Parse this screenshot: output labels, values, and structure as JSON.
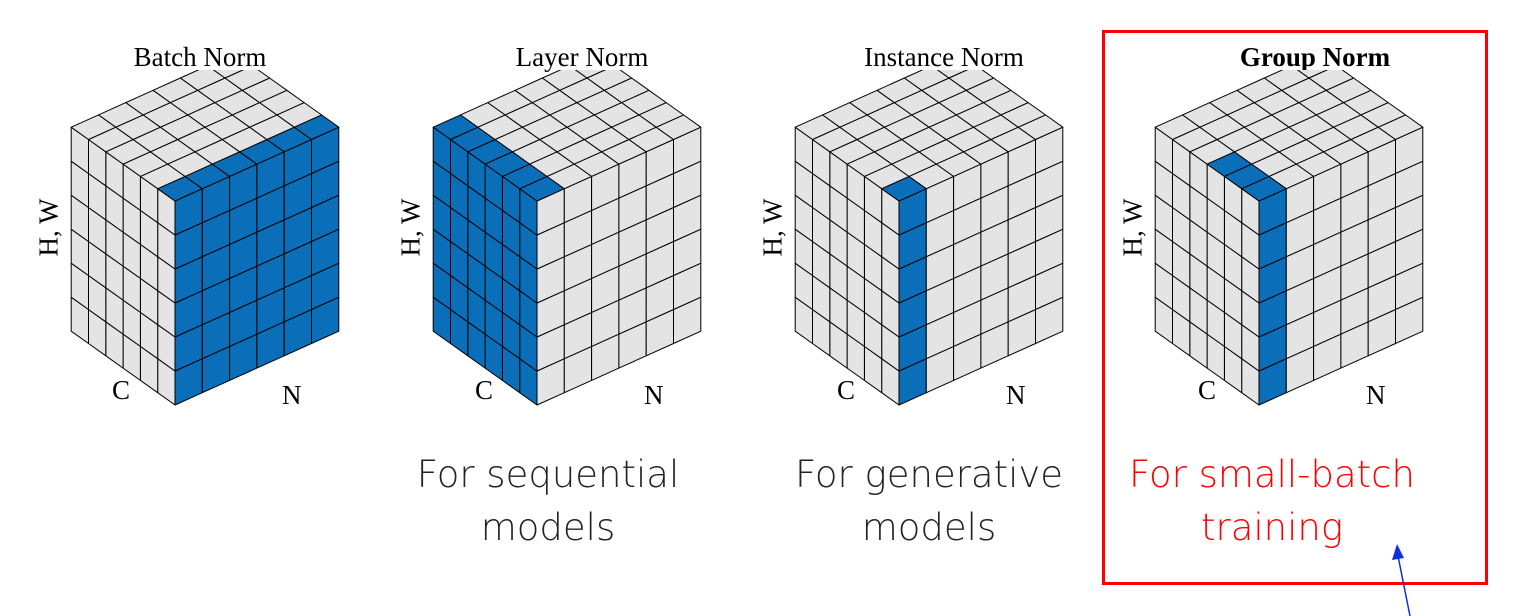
{
  "panels": [
    {
      "title": "Batch Norm",
      "axis_hw": "H, W",
      "axis_c": "C",
      "axis_n": "N",
      "caption_line1": "",
      "caption_line2": "",
      "highlight": "batch"
    },
    {
      "title": "Layer Norm",
      "axis_hw": "H, W",
      "axis_c": "C",
      "axis_n": "N",
      "caption_line1": "For sequential",
      "caption_line2": "models",
      "highlight": "layer"
    },
    {
      "title": "Instance Norm",
      "axis_hw": "H, W",
      "axis_c": "C",
      "axis_n": "N",
      "caption_line1": "For generative",
      "caption_line2": "models",
      "highlight": "instance"
    },
    {
      "title": "Group Norm",
      "axis_hw": "H, W",
      "axis_c": "C",
      "axis_n": "N",
      "caption_line1": "For small-batch",
      "caption_line2": "training",
      "highlight": "group"
    }
  ],
  "colors": {
    "highlight_cell": "#0a6eb8",
    "plain_cell": "#e4e4e4",
    "grid_line": "#000000",
    "box_border": "#ff0000",
    "caption_red": "#ff0000",
    "arrow": "#1030e0"
  }
}
